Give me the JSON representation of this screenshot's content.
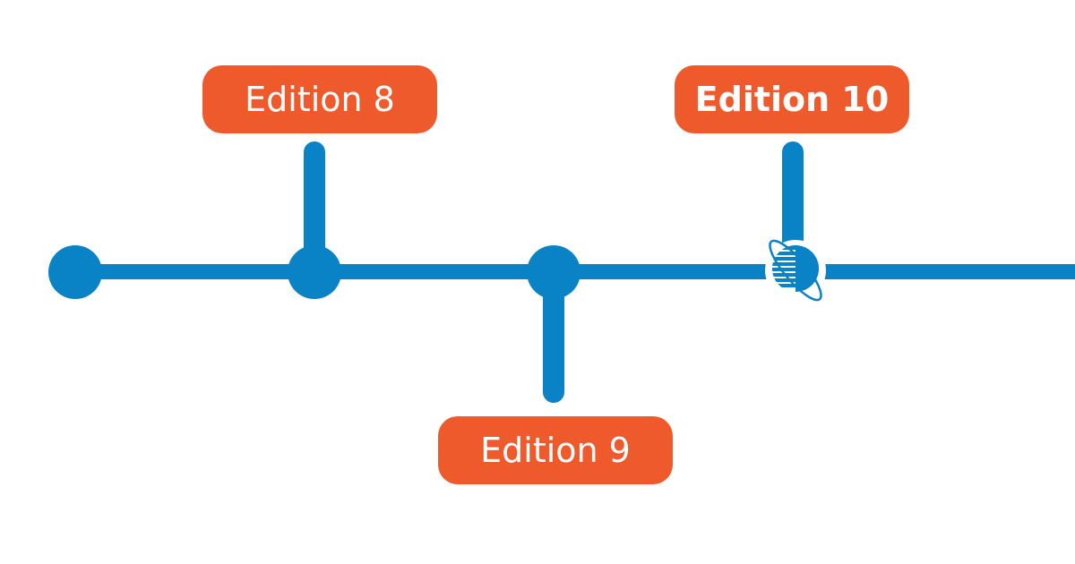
{
  "colors": {
    "line": "#0a82c6",
    "label_bg": "#ee5a2b",
    "label_text": "#ffffff"
  },
  "milestones": [
    {
      "label": "Edition 8",
      "position": "above"
    },
    {
      "label": "Edition 9",
      "position": "below"
    },
    {
      "label": "Edition 10",
      "position": "above",
      "emphasized": true
    }
  ],
  "logo": {
    "icon": "globe-ring-logo-icon"
  }
}
